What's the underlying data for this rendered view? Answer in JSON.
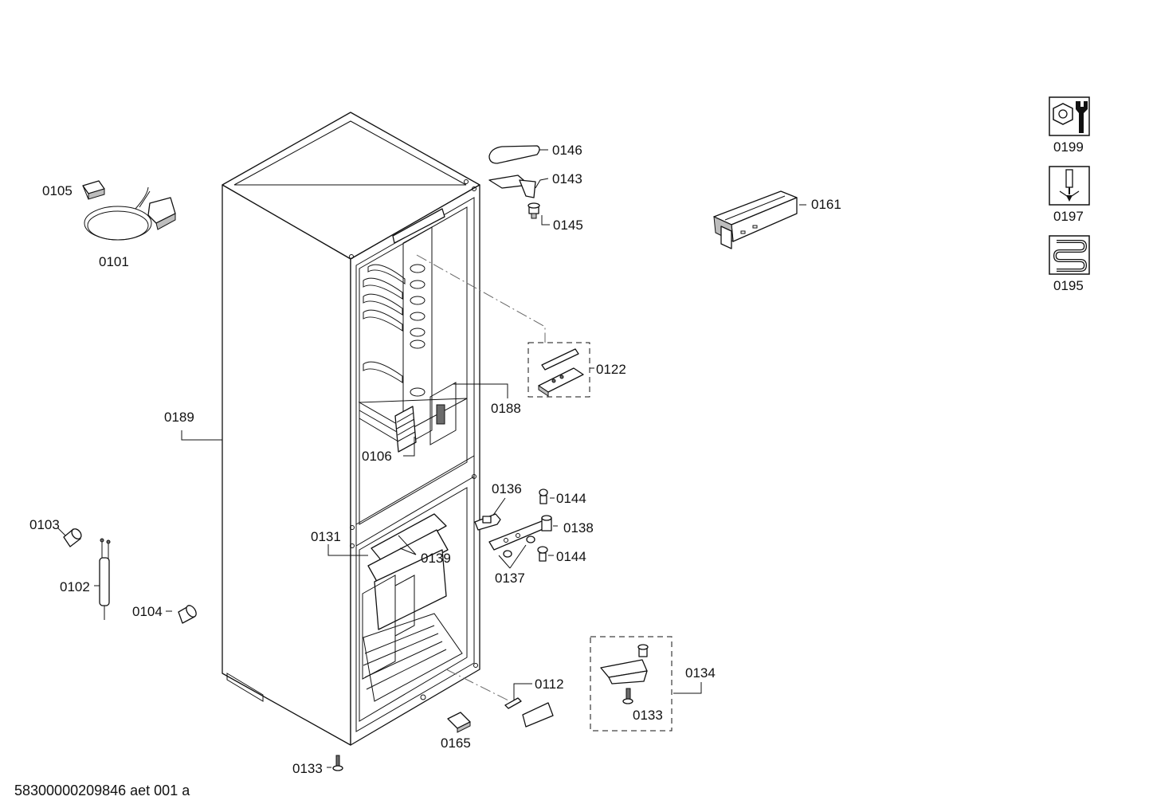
{
  "diagram": {
    "footer_code": "58300000209846 aet 001 a",
    "parts": {
      "p0101": "0101",
      "p0102": "0102",
      "p0103": "0103",
      "p0104": "0104",
      "p0105": "0105",
      "p0106": "0106",
      "p0112": "0112",
      "p0122": "0122",
      "p0131": "0131",
      "p0133a": "0133",
      "p0133b": "0133",
      "p0134": "0134",
      "p0136": "0136",
      "p0137": "0137",
      "p0138": "0138",
      "p0139": "0139",
      "p0143": "0143",
      "p0144a": "0144",
      "p0144b": "0144",
      "p0145": "0145",
      "p0146": "0146",
      "p0161": "0161",
      "p0165": "0165",
      "p0188": "0188",
      "p0189": "0189"
    },
    "legend": [
      {
        "code": "0199",
        "icon": "wrench-nut-icon"
      },
      {
        "code": "0197",
        "icon": "screwdriver-icon"
      },
      {
        "code": "0195",
        "icon": "heating-coil-icon"
      }
    ]
  }
}
